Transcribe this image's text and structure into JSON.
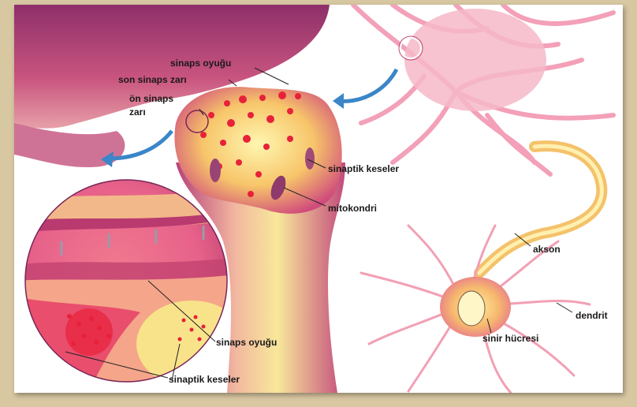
{
  "labels": {
    "sinaps_oyugu_top": "sinaps oyuğu",
    "son_sinaps_zari": "son sinaps zarı",
    "on_sinaps_line1": "ön sinaps",
    "on_sinaps_line2": "zarı",
    "sinaptik_keseler_right": "sinaptik keseler",
    "mitokondri": "mitokondri",
    "akson": "akson",
    "dendrit": "dendrit",
    "sinir_hucresi": "sinir hücresi",
    "sinaps_oyugu_bottom": "sinaps oyuğu",
    "sinaptik_keseler_bottom": "sinaptik keseler"
  },
  "colors": {
    "background": "#d8c8a2",
    "canvas": "#ffffff",
    "membrane": "#b23a74",
    "vesicle": "#e8213a",
    "axoplasm": "#f4e070",
    "arrow": "#3a86c8"
  }
}
